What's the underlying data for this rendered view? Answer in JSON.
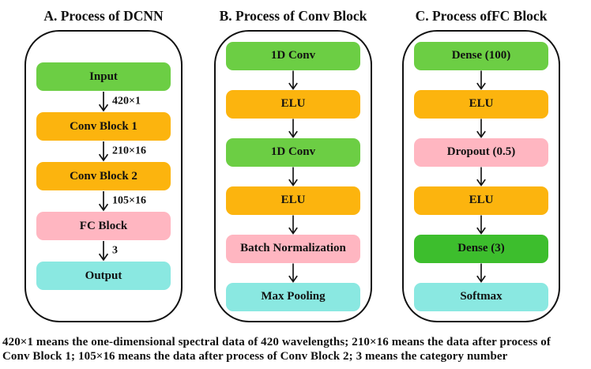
{
  "colors": {
    "green": "#6CCE44",
    "dark_green": "#3DBE2D",
    "orange": "#FCB40E",
    "pink": "#FFB6C1",
    "cyan": "#8AE8E1",
    "outline": "#111111"
  },
  "panels": [
    {
      "title": "A. Process of DCNN",
      "nodes": [
        {
          "label": "Input",
          "color": "green"
        },
        {
          "label": "Conv Block 1",
          "color": "orange"
        },
        {
          "label": "Conv Block 2",
          "color": "orange"
        },
        {
          "label": "FC Block",
          "color": "pink"
        },
        {
          "label": "Output",
          "color": "cyan"
        }
      ],
      "arrow_labels": [
        "420×1",
        "210×16",
        "105×16",
        "3"
      ]
    },
    {
      "title": "B. Process of Conv Block",
      "nodes": [
        {
          "label": "1D Conv",
          "color": "green"
        },
        {
          "label": "ELU",
          "color": "orange"
        },
        {
          "label": "1D Conv",
          "color": "green"
        },
        {
          "label": "ELU",
          "color": "orange"
        },
        {
          "label": "Batch Normalization",
          "color": "pink"
        },
        {
          "label": "Max Pooling",
          "color": "cyan"
        }
      ],
      "arrow_labels": [
        "",
        "",
        "",
        "",
        ""
      ]
    },
    {
      "title": "C. Process ofFC Block",
      "nodes": [
        {
          "label": "Dense (100)",
          "color": "green"
        },
        {
          "label": "ELU",
          "color": "orange"
        },
        {
          "label": "Dropout (0.5)",
          "color": "pink"
        },
        {
          "label": "ELU",
          "color": "orange"
        },
        {
          "label": "Dense (3)",
          "color": "dark_green"
        },
        {
          "label": "Softmax",
          "color": "cyan"
        }
      ],
      "arrow_labels": [
        "",
        "",
        "",
        "",
        ""
      ]
    }
  ],
  "caption": {
    "lines": [
      "420×1 means the one-dimensional spectral data of 420 wavelengths; 210×16 means the data after process of",
      "Conv Block 1; 105×16 means the data after process of Conv Block 2; 3 means the category number"
    ]
  }
}
